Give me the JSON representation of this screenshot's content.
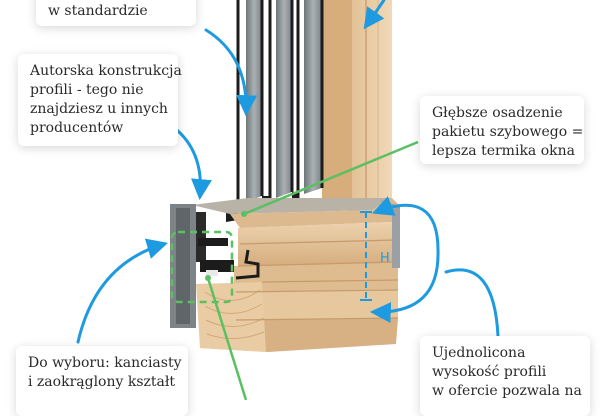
{
  "callouts": {
    "top": {
      "lines": [
        "w standardzie"
      ]
    },
    "author": {
      "lines": [
        "Autorska konstrukcja",
        "profili - tego nie",
        "znajdziesz u innych",
        "producentów"
      ]
    },
    "deeper": {
      "lines": [
        "Głębsze osadzenie",
        "pakietu szybowego =",
        "lepsza termika okna"
      ]
    },
    "choose": {
      "lines": [
        "Do wyboru: kanciasty",
        "i zaokrąglony kształt"
      ]
    },
    "unified": {
      "lines": [
        "Ujednolicona",
        "wysokość profili",
        "w ofercie pozwala na"
      ]
    }
  },
  "height_marker": {
    "label": "H"
  },
  "colors": {
    "arrow_blue": "#1e9be0",
    "green_line": "#5cbf63",
    "wood_light": "#e8c9a2",
    "wood_mid": "#d9b487",
    "wood_dark": "#c89a6a",
    "glass": "#8e969a",
    "seal_black": "#1c1c1c",
    "aluminium": "#7d8386"
  }
}
